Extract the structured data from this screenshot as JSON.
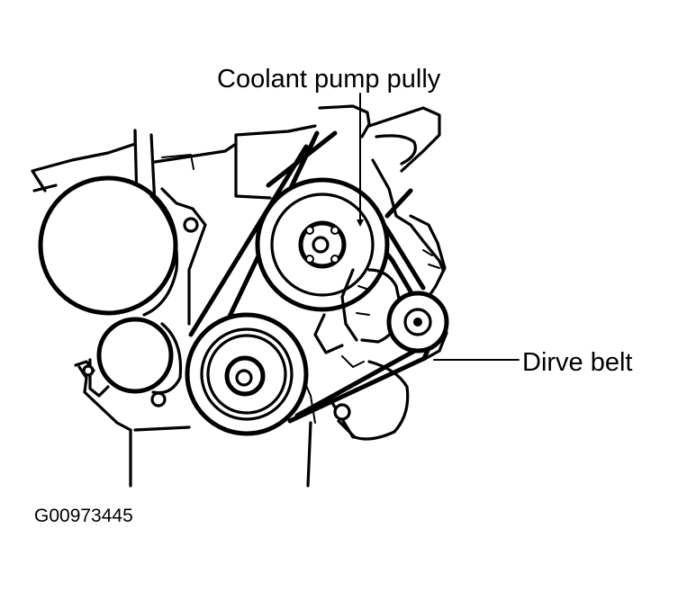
{
  "labels": {
    "coolant_pump_pulley": "Coolant pump pully",
    "drive_belt": "Dirve belt",
    "figure_code": "G00973445"
  }
}
